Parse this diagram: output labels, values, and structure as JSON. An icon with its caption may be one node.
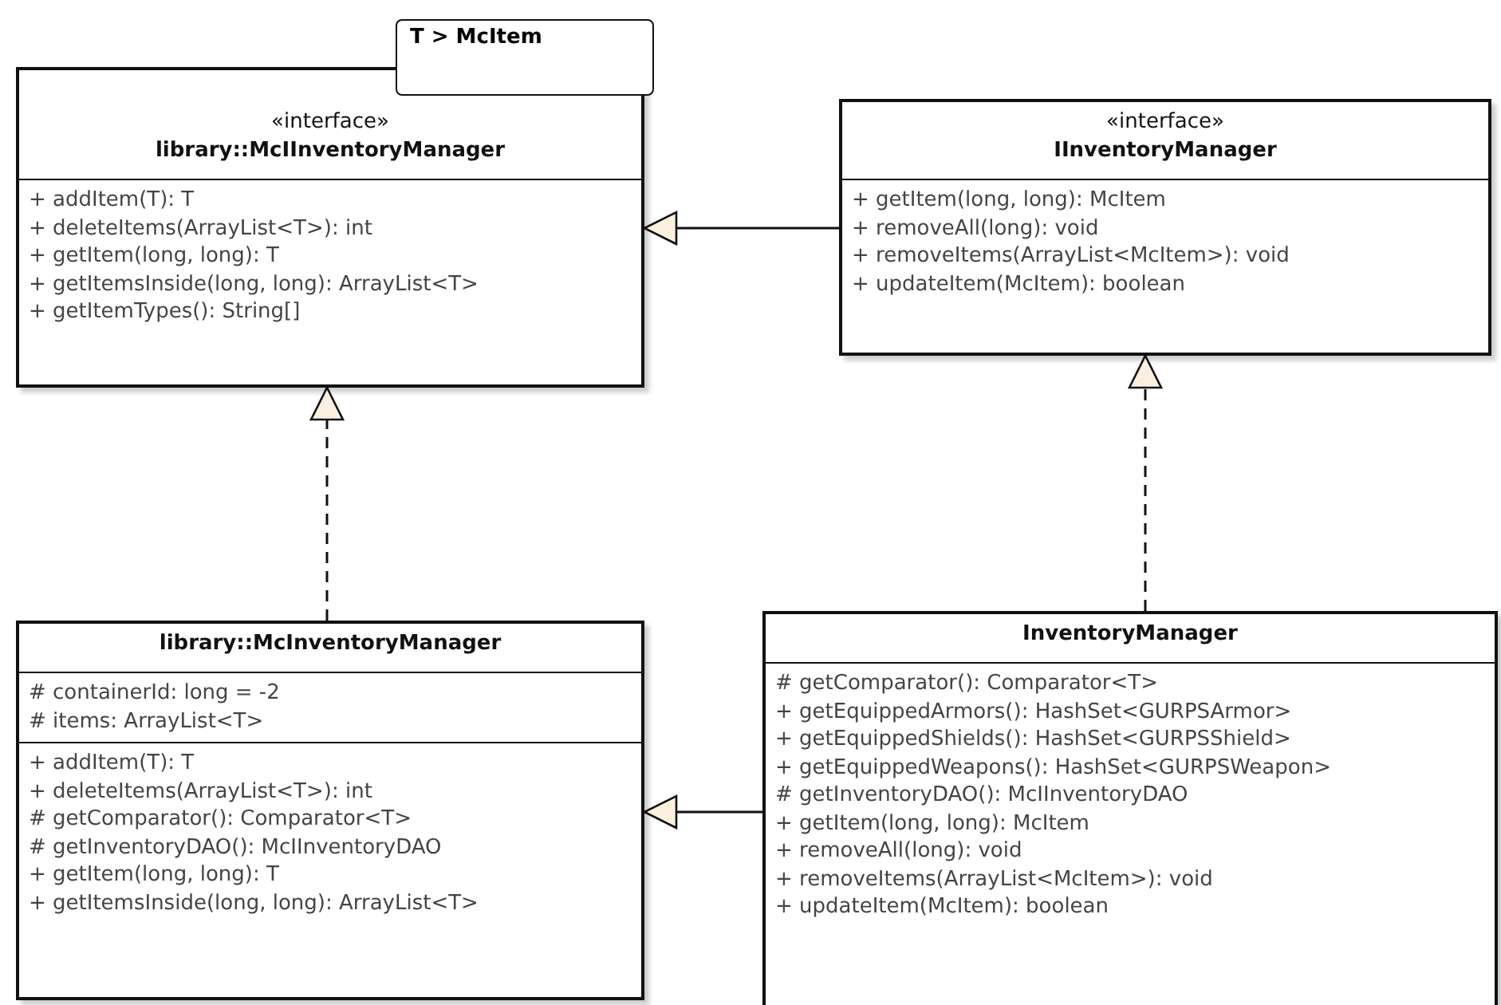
{
  "diagram": {
    "nodes": [
      {
        "text": [
          "T > McItem"
        ]
      },
      {
        "text": [
          "«interface»",
          "library::McIInventoryManager",
          "+ addItem(T): T",
          "+ deleteItems(ArrayList<T>): int",
          "+ getItem(long, long): T",
          "+ getItemsInside(long, long): ArrayList<T>",
          "+ getItemTypes(): String[]"
        ]
      },
      {
        "text": [
          "«interface»",
          "IInventoryManager",
          "+ getItem(long, long): McItem",
          "+ removeAll(long): void",
          "+ removeItems(ArrayList<McItem>): void",
          "+ updateItem(McItem): boolean"
        ]
      },
      {
        "text": [
          "library::McInventoryManager",
          "# containerId: long = -2",
          "# items: ArrayList<T>",
          "+ addItem(T): T",
          "+ deleteItems(ArrayList<T>): int",
          "# getComparator(): Comparator<T>",
          "# getInventoryDAO(): McIInventoryDAO",
          "+ getItem(long, long): T",
          "+ getItemsInside(long, long): ArrayList<T>"
        ]
      },
      {
        "text": [
          "InventoryManager",
          "# getComparator(): Comparator<T>",
          "+ getEquippedArmors(): HashSet<GURPSArmor>",
          "+ getEquippedShields(): HashSet<GURPSShield>",
          "+ getEquippedWeapons(): HashSet<GURPSWeapon>",
          "# getInventoryDAO(): McIInventoryDAO",
          "+ getItem(long, long): McItem",
          "+ removeAll(long): void",
          "+ removeItems(ArrayList<McItem>): void",
          "+ updateItem(McItem): boolean"
        ]
      }
    ],
    "edges": [
      {
        "from": 2,
        "to": 1,
        "arrow": "to"
      },
      {
        "from": 3,
        "to": 1,
        "arrow": "to",
        "style": "dashed"
      },
      {
        "from": 4,
        "to": 2,
        "arrow": "to",
        "style": "dashed"
      },
      {
        "from": 4,
        "to": 3,
        "arrow": "to"
      }
    ]
  }
}
